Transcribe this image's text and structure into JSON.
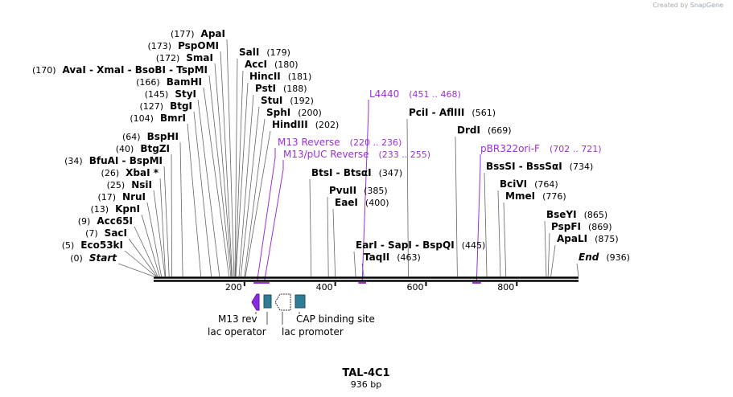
{
  "credit": {
    "prefix": "Created by",
    "brand": "SnapGene"
  },
  "plasmid": {
    "name": "TAL-4C1",
    "length_label": "936 bp",
    "length": 936
  },
  "colors": {
    "primer": "#9b30d9",
    "feature_teal": "#2e7d95",
    "feature_purple": "#8a2be2",
    "line": "#666666",
    "backbone": "#000000"
  },
  "ruler": {
    "ticks": [
      {
        "pos": 200,
        "label": "200"
      },
      {
        "pos": 400,
        "label": "400"
      },
      {
        "pos": 600,
        "label": "600"
      },
      {
        "pos": 800,
        "label": "800"
      }
    ]
  },
  "sites_left": [
    {
      "name": "ApaI",
      "pos_label": "(177)",
      "pos": 177
    },
    {
      "name": "PspOMI",
      "pos_label": "(173)",
      "pos": 173
    },
    {
      "name": "SmaI",
      "pos_label": "(172)",
      "pos": 172
    },
    {
      "name": "AvaI - XmaI - BsoBI - TspMI",
      "pos_label": "(170)",
      "pos": 170
    },
    {
      "name": "BamHI",
      "pos_label": "(166)",
      "pos": 166
    },
    {
      "name": "StyI",
      "pos_label": "(145)",
      "pos": 145
    },
    {
      "name": "BtgI",
      "pos_label": "(127)",
      "pos": 127
    },
    {
      "name": "BmrI",
      "pos_label": "(104)",
      "pos": 104
    },
    {
      "name": "BspHI",
      "pos_label": "(64)",
      "pos": 64
    },
    {
      "name": "BtgZI",
      "pos_label": "(40)",
      "pos": 40
    },
    {
      "name": "BfuAI - BspMI",
      "pos_label": "(34)",
      "pos": 34
    },
    {
      "name": "XbaI *",
      "pos_label": "(26)",
      "pos": 26
    },
    {
      "name": "NsiI",
      "pos_label": "(25)",
      "pos": 25
    },
    {
      "name": "NruI",
      "pos_label": "(17)",
      "pos": 17
    },
    {
      "name": "KpnI",
      "pos_label": "(13)",
      "pos": 13
    },
    {
      "name": "Acc65I",
      "pos_label": "(9)",
      "pos": 9
    },
    {
      "name": "SacI",
      "pos_label": "(7)",
      "pos": 7
    },
    {
      "name": "Eco53kI",
      "pos_label": "(5)",
      "pos": 5
    },
    {
      "name": "Start",
      "pos_label": "(0)",
      "pos": 0,
      "italic": true
    }
  ],
  "sites_right": [
    {
      "name": "SalI",
      "pos_label": "(179)",
      "pos": 179
    },
    {
      "name": "AccI",
      "pos_label": "(180)",
      "pos": 180
    },
    {
      "name": "HincII",
      "pos_label": "(181)",
      "pos": 181
    },
    {
      "name": "PstI",
      "pos_label": "(188)",
      "pos": 188
    },
    {
      "name": "StuI",
      "pos_label": "(192)",
      "pos": 192
    },
    {
      "name": "SphI",
      "pos_label": "(200)",
      "pos": 200
    },
    {
      "name": "HindIII",
      "pos_label": "(202)",
      "pos": 202
    },
    {
      "name": "PciI - AflIII",
      "pos_label": "(561)",
      "pos": 561
    },
    {
      "name": "DrdI",
      "pos_label": "(669)",
      "pos": 669
    },
    {
      "name": "BtsI - BtsαI",
      "pos_label": "(347)",
      "pos": 347
    },
    {
      "name": "BssSI - BssSαI",
      "pos_label": "(734)",
      "pos": 734
    },
    {
      "name": "PvuII",
      "pos_label": "(385)",
      "pos": 385
    },
    {
      "name": "BciVI",
      "pos_label": "(764)",
      "pos": 764
    },
    {
      "name": "EaeI",
      "pos_label": "(400)",
      "pos": 400
    },
    {
      "name": "MmeI",
      "pos_label": "(776)",
      "pos": 776
    },
    {
      "name": "BseYI",
      "pos_label": "(865)",
      "pos": 865
    },
    {
      "name": "PspFI",
      "pos_label": "(869)",
      "pos": 869
    },
    {
      "name": "ApaLI",
      "pos_label": "(875)",
      "pos": 875
    },
    {
      "name": "EarI - SapI - BspQI",
      "pos_label": "(445)",
      "pos": 445
    },
    {
      "name": "TaqII",
      "pos_label": "(463)",
      "pos": 463
    },
    {
      "name": "End",
      "pos_label": "(936)",
      "pos": 936,
      "italic": true
    }
  ],
  "primers": [
    {
      "name": "L4440",
      "range_label": "(451 .. 468)",
      "start": 451,
      "end": 468
    },
    {
      "name": "M13 Reverse",
      "range_label": "(220 .. 236)",
      "start": 220,
      "end": 236
    },
    {
      "name": "M13/pUC Reverse",
      "range_label": "(233 .. 255)",
      "start": 233,
      "end": 255
    },
    {
      "name": "pBR322ori-F",
      "range_label": "(702 .. 721)",
      "start": 702,
      "end": 721
    }
  ],
  "features": [
    {
      "name": "M13 rev",
      "type": "primer_bind",
      "color": "#8a2be2"
    },
    {
      "name": "lac operator",
      "type": "protein_bind",
      "color": "#2e7d95"
    },
    {
      "name": "lac promoter",
      "type": "promoter",
      "color": "#ffffff"
    },
    {
      "name": "CAP binding site",
      "type": "protein_bind",
      "color": "#2e7d95"
    }
  ]
}
